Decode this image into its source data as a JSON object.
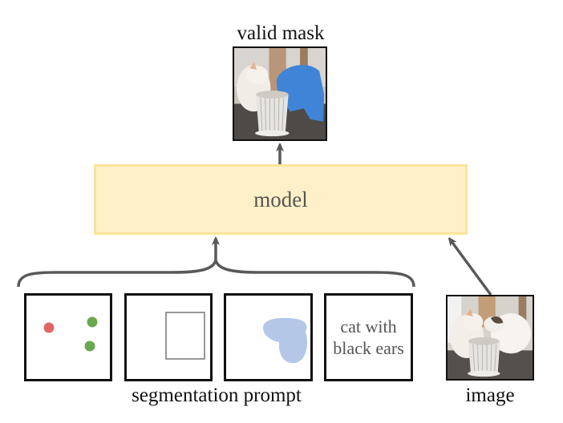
{
  "output": {
    "label": "valid mask",
    "image_description": "two cats around a white planter, one cat highlighted with a blue mask",
    "mask_color": "#3F84D6"
  },
  "model": {
    "label": "model",
    "fill_color": "#FFF0C8",
    "border_color": "#FDE49A"
  },
  "prompts": {
    "group_label": "segmentation prompt",
    "items": [
      {
        "type": "points",
        "description": "one red (negative) point and two green (positive) points",
        "colors": {
          "negative": "#E06666",
          "positive": "#6AA84F"
        }
      },
      {
        "type": "box",
        "description": "bounding box"
      },
      {
        "type": "mask",
        "description": "rough blue mask",
        "color": "#B4C7E7"
      },
      {
        "type": "text",
        "text_line1": "cat with",
        "text_line2": "black ears"
      }
    ]
  },
  "input_image": {
    "label": "image",
    "image_description": "two cats around a white planter"
  },
  "arrow_color": "#595959"
}
